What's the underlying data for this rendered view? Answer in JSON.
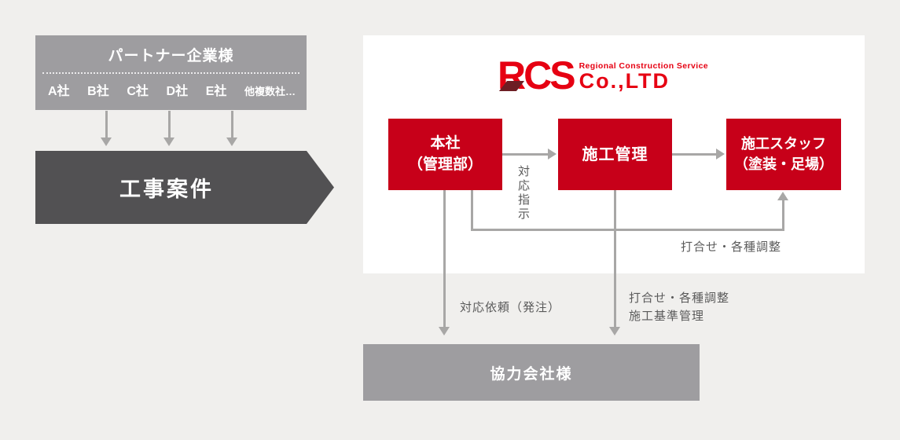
{
  "colors": {
    "background": "#f0efed",
    "panel": "#ffffff",
    "gray_box": "#9e9da0",
    "dark_banner": "#525153",
    "org_red": "#c70019",
    "logo_red": "#e60012",
    "logo_dark_accent": "#6d1e24",
    "connector_gray": "#a8a7a6",
    "label_text": "#5a5a5a"
  },
  "partner": {
    "title": "パートナー企業様",
    "companies": [
      "A社",
      "B社",
      "C社",
      "D社",
      "E社",
      "他複数社…"
    ]
  },
  "project_banner": {
    "label": "工事案件"
  },
  "logo": {
    "acronym": "RCS",
    "tagline": "Regional Construction Service",
    "suffix": "Co.,LTD"
  },
  "org": {
    "head_office": {
      "line1": "本社",
      "line2": "（管理部）"
    },
    "construction_mgmt": {
      "label": "施工管理"
    },
    "staff": {
      "line1": "施工スタッフ",
      "line2": "（塗装・足場）"
    }
  },
  "flow_labels": {
    "instruction": "対応指示",
    "coordination_right": "打合せ・各種調整",
    "request_order": "対応依頼（発注）",
    "coordination_bottom_line1": "打合せ・各種調整",
    "coordination_bottom_line2": "施工基準管理"
  },
  "cooperation": {
    "label": "協力会社様"
  }
}
